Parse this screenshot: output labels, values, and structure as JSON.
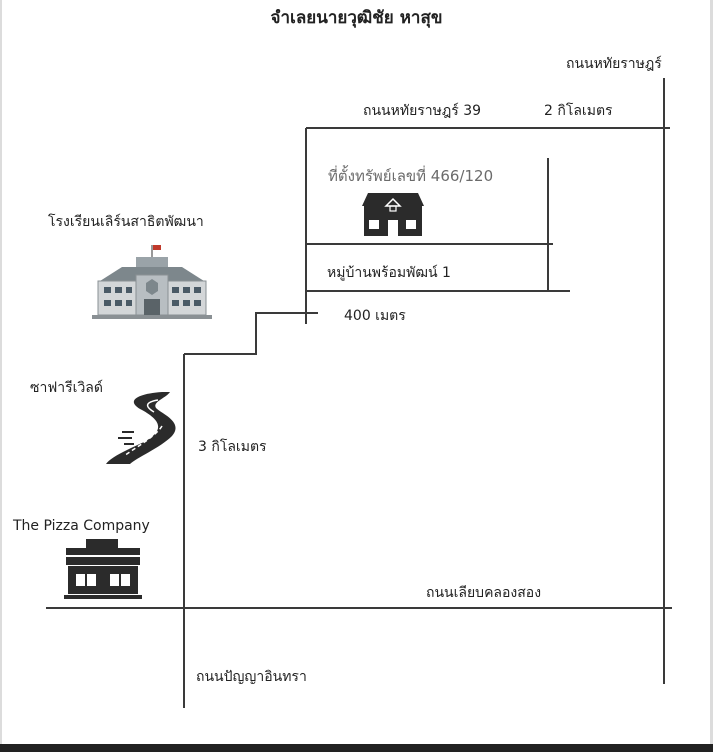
{
  "map": {
    "title": "จำเลยนายวุฒิชัย หาสุข",
    "roads": {
      "thaiyarat": "ถนนหทัยราษฎร์",
      "thaiyarat39": "ถนนหทัยราษฎร์ 39",
      "liapkhlongsong": "ถนนเลียบคลองสอง",
      "panyaindra": "ถนนปัญญาอินทรา"
    },
    "distances": {
      "two_km": "2 กิโลเมตร",
      "four_hundred_m": "400 เมตร",
      "three_km": "3 กิโลเมตร"
    },
    "places": {
      "property": "ที่ตั้งทรัพย์เลขที่ 466/120",
      "village": "หมู่บ้านพร้อมพัฒน์ 1",
      "school": "โรงเรียนเลิร์นสาธิตพัฒนา",
      "safari": "ซาฟารีเวิลด์",
      "pizza": "The Pizza Company"
    },
    "colors": {
      "line": "#3a3a3a",
      "property_label": "#6b6b6b",
      "bottom_bar": "#222222"
    },
    "icons": [
      "house-icon",
      "school-building-icon",
      "winding-road-icon",
      "restaurant-icon"
    ]
  }
}
